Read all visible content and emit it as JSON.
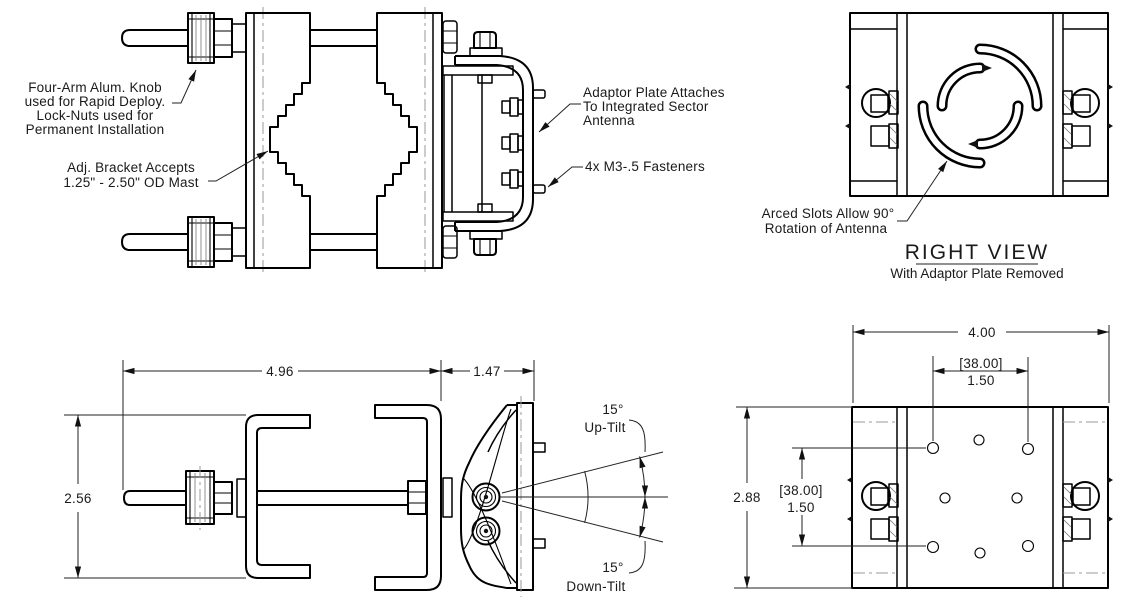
{
  "colors": {
    "background": "#ffffff",
    "line": "#000000",
    "centerline": "#999999"
  },
  "views": {
    "front": {
      "callouts": {
        "knob": [
          "Four-Arm Alum. Knob",
          "used for Rapid Deploy.",
          "Lock-Nuts used for",
          "Permanent Installation"
        ],
        "bracket": [
          "Adj. Bracket Accepts",
          "1.25\" - 2.50\" OD Mast"
        ],
        "adaptor": [
          "Adaptor Plate Attaches",
          "To Integrated Sector",
          "Antenna"
        ],
        "fasteners": "4x M3-.5 Fasteners"
      }
    },
    "right": {
      "callout_arced_slots": [
        "Arced Slots Allow 90°",
        "Rotation of Antenna"
      ],
      "title": "RIGHT VIEW",
      "subtitle": "With Adaptor Plate Removed"
    },
    "side": {
      "dim_width": "4.96",
      "dim_offset": "1.47",
      "dim_height": "2.56",
      "up_tilt": {
        "angle": "15°",
        "label": "Up-Tilt"
      },
      "down_tilt": {
        "angle": "15°",
        "label": "Down-Tilt"
      }
    },
    "back": {
      "dim_width": "4.00",
      "dim_height": "2.88",
      "hole_spacing_h": {
        "mm": "[38.00]",
        "inch": "1.50"
      },
      "hole_spacing_v": {
        "mm": "[38.00]",
        "inch": "1.50"
      }
    }
  }
}
